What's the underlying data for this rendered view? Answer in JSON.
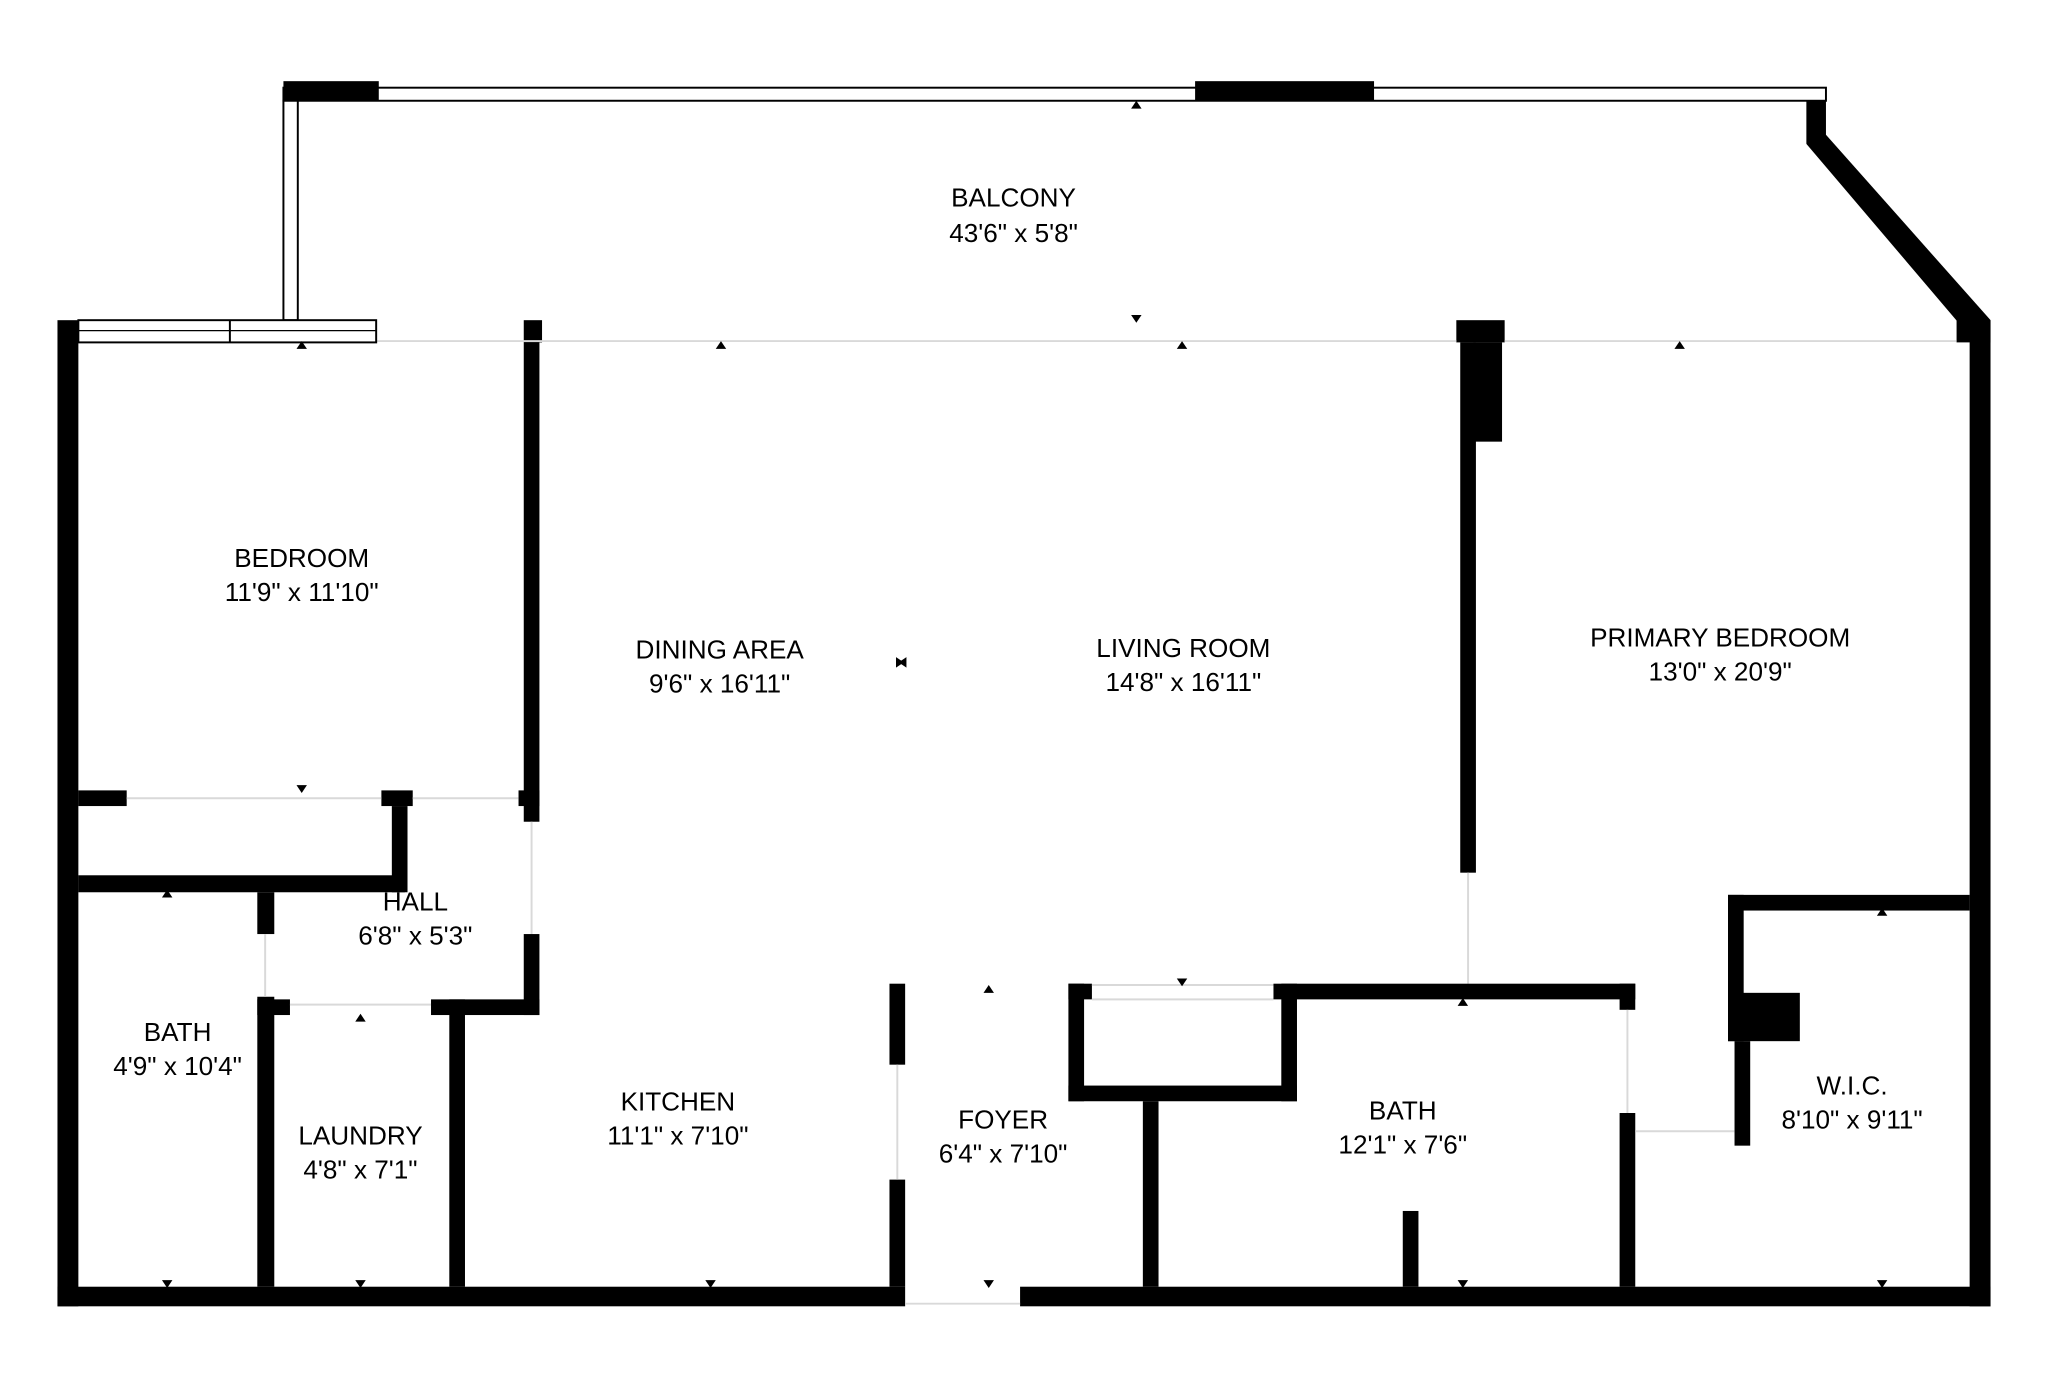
{
  "plan": {
    "wall_color": "#000000",
    "background": "#ffffff",
    "rooms": [
      {
        "name": "BALCONY",
        "size": "43'6\" x 5'8\""
      },
      {
        "name": "BEDROOM",
        "size": "11'9\" x 11'10\""
      },
      {
        "name": "DINING AREA",
        "size": "9'6\" x 16'11\""
      },
      {
        "name": "LIVING ROOM",
        "size": "14'8\" x 16'11\""
      },
      {
        "name": "PRIMARY BEDROOM",
        "size": "13'0\" x 20'9\""
      },
      {
        "name": "HALL",
        "size": "6'8\" x 5'3\""
      },
      {
        "name": "BATH",
        "size": "4'9\" x 10'4\""
      },
      {
        "name": "LAUNDRY",
        "size": "4'8\" x 7'1\""
      },
      {
        "name": "KITCHEN",
        "size": "11'1\" x 7'10\""
      },
      {
        "name": "FOYER",
        "size": "6'4\" x 7'10\""
      },
      {
        "name": "BATH",
        "size": "12'1\" x 7'6\""
      },
      {
        "name": "W.I.C.",
        "size": "8'10\" x 9'11\""
      }
    ]
  }
}
